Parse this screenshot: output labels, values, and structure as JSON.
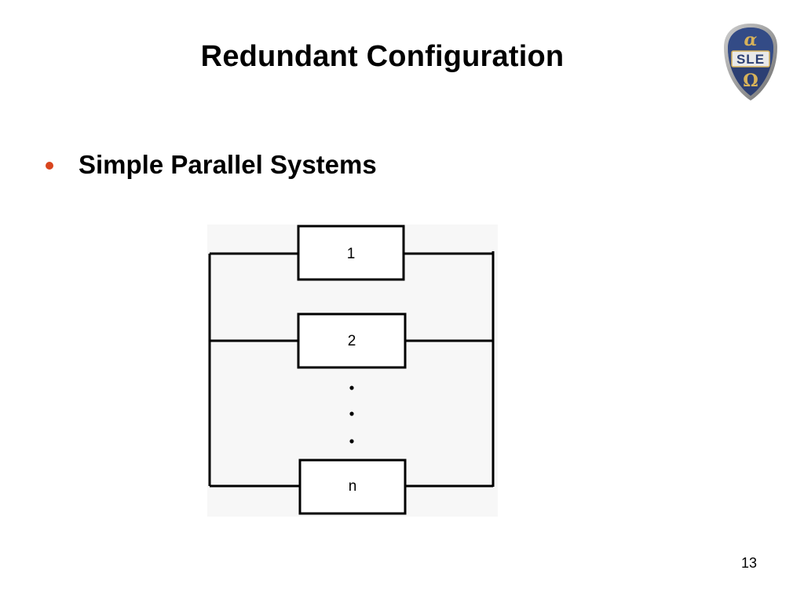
{
  "slide": {
    "title": "Redundant Configuration",
    "page_number": "13"
  },
  "bullets": [
    {
      "text": "Simple Parallel Systems"
    }
  ],
  "logo": {
    "icon": "alpha-sle-omega-shield-logo",
    "text": "SLE"
  },
  "diagram": {
    "blocks": [
      {
        "label": "1"
      },
      {
        "label": "2"
      },
      {
        "label": "n"
      }
    ],
    "ellipsis_dots": 3
  },
  "colors": {
    "bullet": "#d9451e",
    "text": "#000000",
    "diagram_background": "#f7f7f7",
    "shield_outer": "#8a8a8a",
    "shield_inner": "#2c3f73",
    "logo_gold": "#d7b25a"
  }
}
